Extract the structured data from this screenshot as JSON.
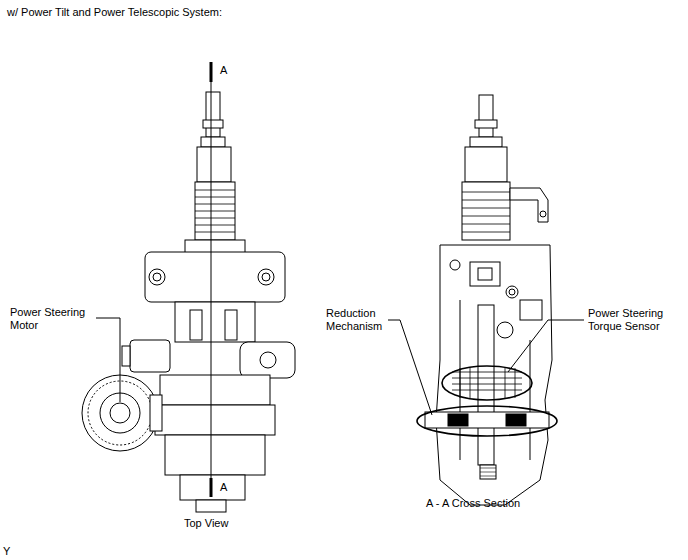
{
  "diagram": {
    "title": "w/ Power Tilt and Power Telescopic System:",
    "labels": [
      "A",
      "A",
      "Power Steering Motor",
      "Reduction Mechanism",
      "Power Steering Torque Sensor",
      "Top View",
      "A - A Cross Section",
      "Y"
    ]
  }
}
